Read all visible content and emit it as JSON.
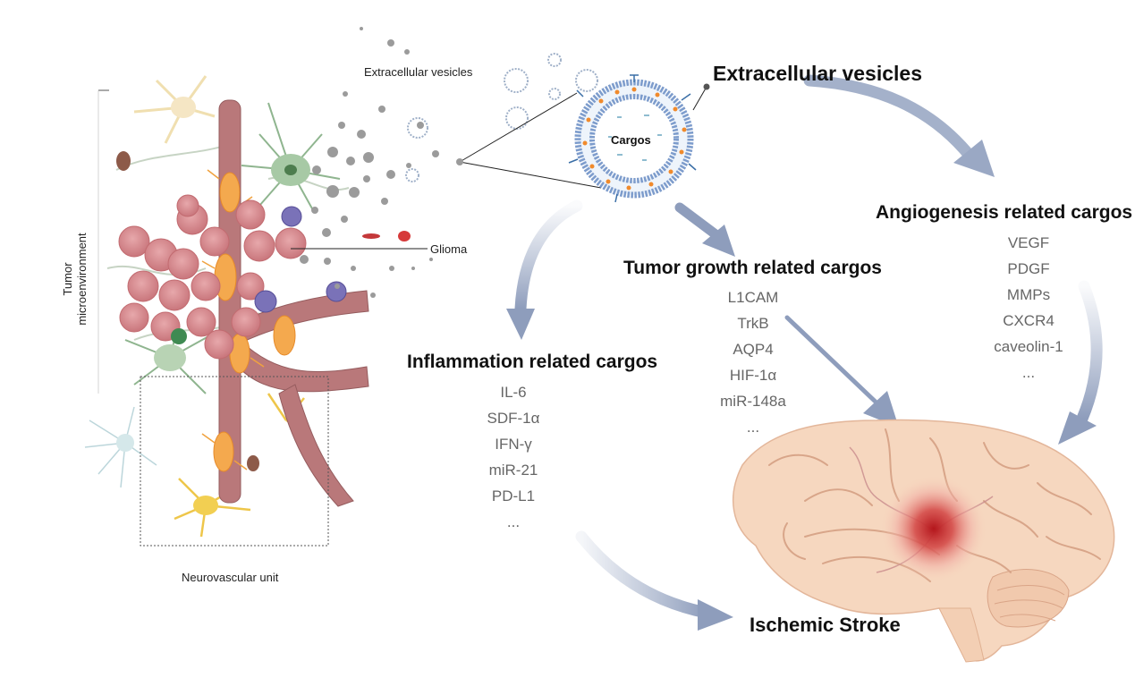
{
  "panel_left": {
    "tumor_microenvironment": "Tumor microenvironment",
    "tumor_microenvironment_lines": [
      "Tumor",
      "microenvironment"
    ],
    "neurovascular_unit": "Neurovascular unit",
    "glioma": "Glioma",
    "extracellular_vesicles_small": "Extracellular vesicles"
  },
  "vesicle": {
    "title": "Extracellular vesicles",
    "core_label": "Cargos"
  },
  "angiogenesis": {
    "title": "Angiogenesis related cargos",
    "items": [
      "VEGF",
      "PDGF",
      "MMPs",
      "CXCR4",
      "caveolin-1",
      "..."
    ]
  },
  "tumor_growth": {
    "title": "Tumor growth related cargos",
    "items": [
      "L1CAM",
      "TrkB",
      "AQP4",
      "HIF-1α",
      "miR-148a",
      "..."
    ]
  },
  "inflammation": {
    "title": "Inflammation related cargos",
    "items": [
      "IL-6",
      "SDF-1α",
      "IFN-γ",
      "miR-21",
      "PD-L1",
      "..."
    ]
  },
  "outcome": {
    "title": "Ischemic Stroke"
  },
  "colors": {
    "arrow": "#9aa8c4",
    "brain": "#f6d7bf",
    "lesion": "#c0272d",
    "vessel": "#a86a6a",
    "glioma_cell": "#d98c90",
    "membrane": "#7d9ccc",
    "cargo_dot": "#f08a2c"
  }
}
